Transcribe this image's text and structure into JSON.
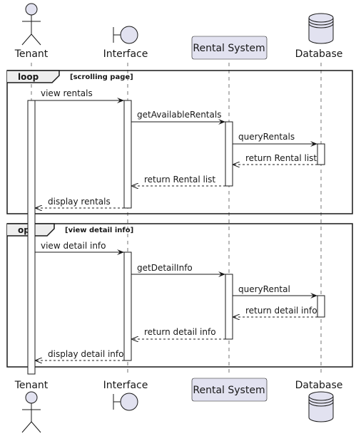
{
  "participants": {
    "tenant": "Tenant",
    "interface": "Interface",
    "rental_system": "Rental System",
    "database": "Database"
  },
  "fragments": {
    "loop": {
      "keyword": "loop",
      "guard": "[scrolling page]"
    },
    "opt": {
      "keyword": "opt",
      "guard": "[view detail info]"
    }
  },
  "messages": {
    "view_rentals": "view rentals",
    "get_available_rentals": "getAvailableRentals",
    "query_rentals": "queryRentals",
    "return_rental_list_db": "return Rental list",
    "return_rental_list_sys": "return Rental list",
    "display_rentals": "display rentals",
    "view_detail_info": "view detail info",
    "get_detail_info": "getDetailInfo",
    "query_rental": "queryRental",
    "return_detail_info_db": "return detail info",
    "return_detail_info_sys": "return detail info",
    "display_detail_info": "display detail info"
  },
  "colors": {
    "participant_fill": "#E2E2F0",
    "line": "#181818",
    "background": "#FFFFFF"
  }
}
